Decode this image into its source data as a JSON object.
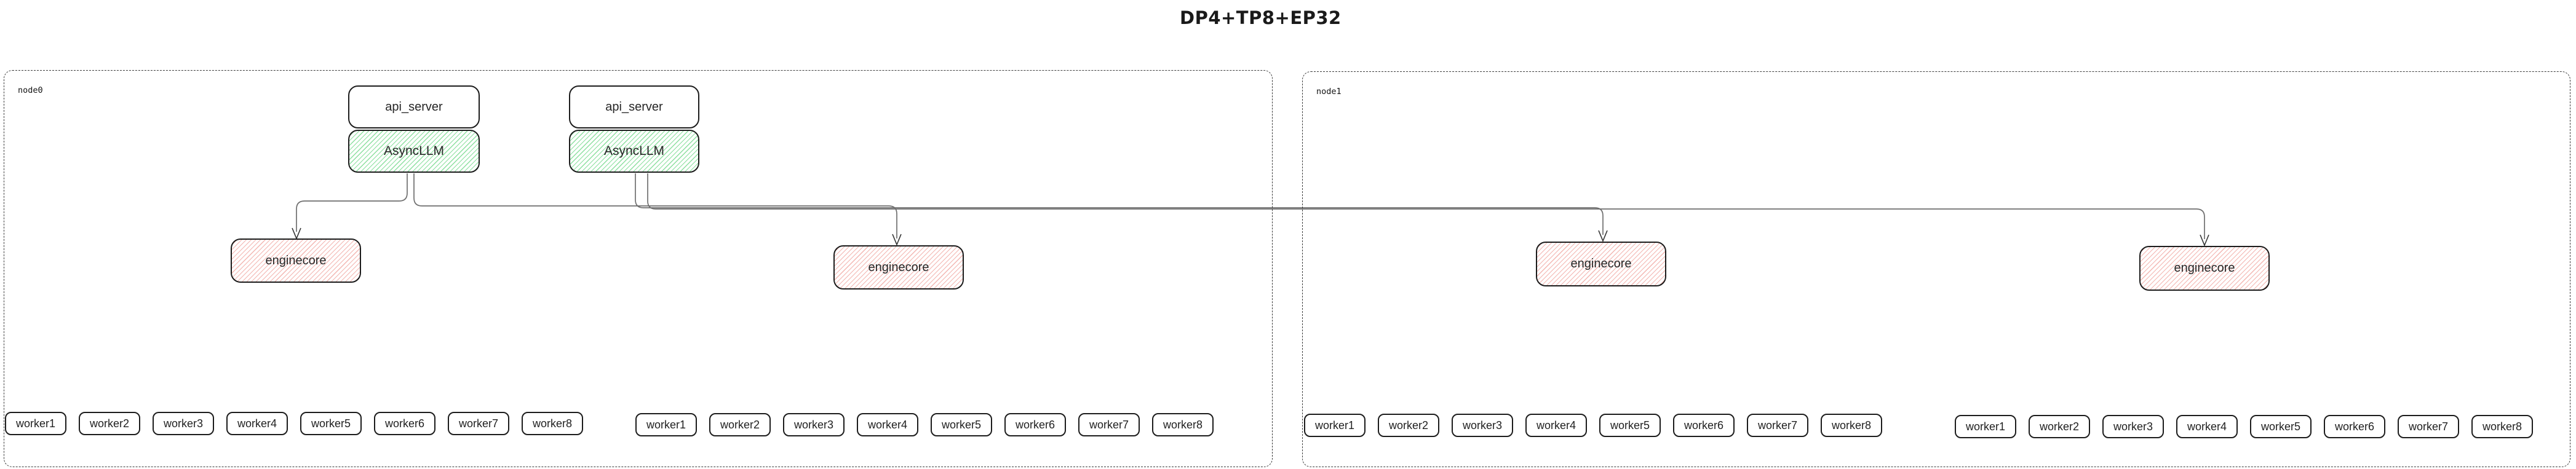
{
  "title": "DP4+TP8+EP32",
  "colors": {
    "border": "#1c1c1c",
    "edge": "#6f6f6f",
    "arrow": "#333333",
    "green_hatch": "#8ddfa0",
    "pink_hatch": "#f3b7b2"
  },
  "nodes": [
    {
      "label": "node0",
      "api_servers": [
        {
          "label": "api_server",
          "llm_label": "AsyncLLM"
        },
        {
          "label": "api_server",
          "llm_label": "AsyncLLM"
        }
      ],
      "enginecores": [
        "enginecore",
        "enginecore"
      ],
      "worker_groups": [
        [
          "worker1",
          "worker2",
          "worker3",
          "worker4",
          "worker5",
          "worker6",
          "worker7",
          "worker8"
        ],
        [
          "worker1",
          "worker2",
          "worker3",
          "worker4",
          "worker5",
          "worker6",
          "worker7",
          "worker8"
        ]
      ]
    },
    {
      "label": "node1",
      "enginecores": [
        "enginecore",
        "enginecore"
      ],
      "worker_groups": [
        [
          "worker1",
          "worker2",
          "worker3",
          "worker4",
          "worker5",
          "worker6",
          "worker7",
          "worker8"
        ],
        [
          "worker1",
          "worker2",
          "worker3",
          "worker4",
          "worker5",
          "worker6",
          "worker7",
          "worker8"
        ]
      ]
    }
  ],
  "edges": [
    {
      "from": "AsyncLLM (stack 1, node0)",
      "to": "enginecore 1 (node0)"
    },
    {
      "from": "AsyncLLM (stack 1, node0)",
      "to": "enginecore 2 (node0)"
    },
    {
      "from": "AsyncLLM (stack 2, node0)",
      "to": "enginecore 1 (node1)"
    },
    {
      "from": "AsyncLLM (stack 2, node0)",
      "to": "enginecore 2 (node1)"
    }
  ]
}
